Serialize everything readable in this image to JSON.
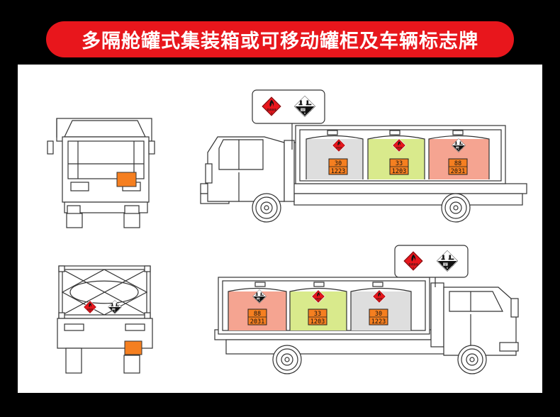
{
  "title": "多隔舱罐式集装箱或可移动罐柜及车辆标志牌",
  "colors": {
    "background": "#000000",
    "title_bar": "#e8161c",
    "panel": "#ffffff",
    "orange_plate": "#f57f20",
    "placard_red": "#e8161c",
    "compartment_grey": "#dedede",
    "compartment_green": "#d9ea8c",
    "compartment_salmon": "#f5a491"
  },
  "side_truck_top": {
    "compartments": [
      {
        "color_key": "compartment_grey",
        "hazard_code": "30",
        "un_number": "1223"
      },
      {
        "color_key": "compartment_green",
        "hazard_code": "33",
        "un_number": "1203"
      },
      {
        "color_key": "compartment_salmon",
        "hazard_code": "88",
        "un_number": "2031"
      }
    ],
    "placard_group": [
      {
        "icon": "flame-icon",
        "class": "3",
        "label": "易燃液体"
      },
      {
        "icon": "corrosive-icon",
        "class": "8",
        "label": "腐蚀性物品"
      }
    ]
  },
  "side_truck_bottom": {
    "compartments": [
      {
        "color_key": "compartment_salmon",
        "hazard_code": "88",
        "un_number": "2031"
      },
      {
        "color_key": "compartment_green",
        "hazard_code": "33",
        "un_number": "1203"
      },
      {
        "color_key": "compartment_grey",
        "hazard_code": "30",
        "un_number": "1223"
      }
    ],
    "placard_group": [
      {
        "icon": "flame-icon",
        "class": "3",
        "label": "易燃液体"
      },
      {
        "icon": "corrosive-icon",
        "class": "8",
        "label": "腐蚀性物品"
      }
    ]
  },
  "rear_view_bottom": {
    "placards": [
      {
        "icon": "flame-icon",
        "class": "3",
        "label": "易燃液体"
      },
      {
        "icon": "corrosive-icon",
        "class": "8",
        "label": "腐蚀性物品"
      }
    ]
  }
}
